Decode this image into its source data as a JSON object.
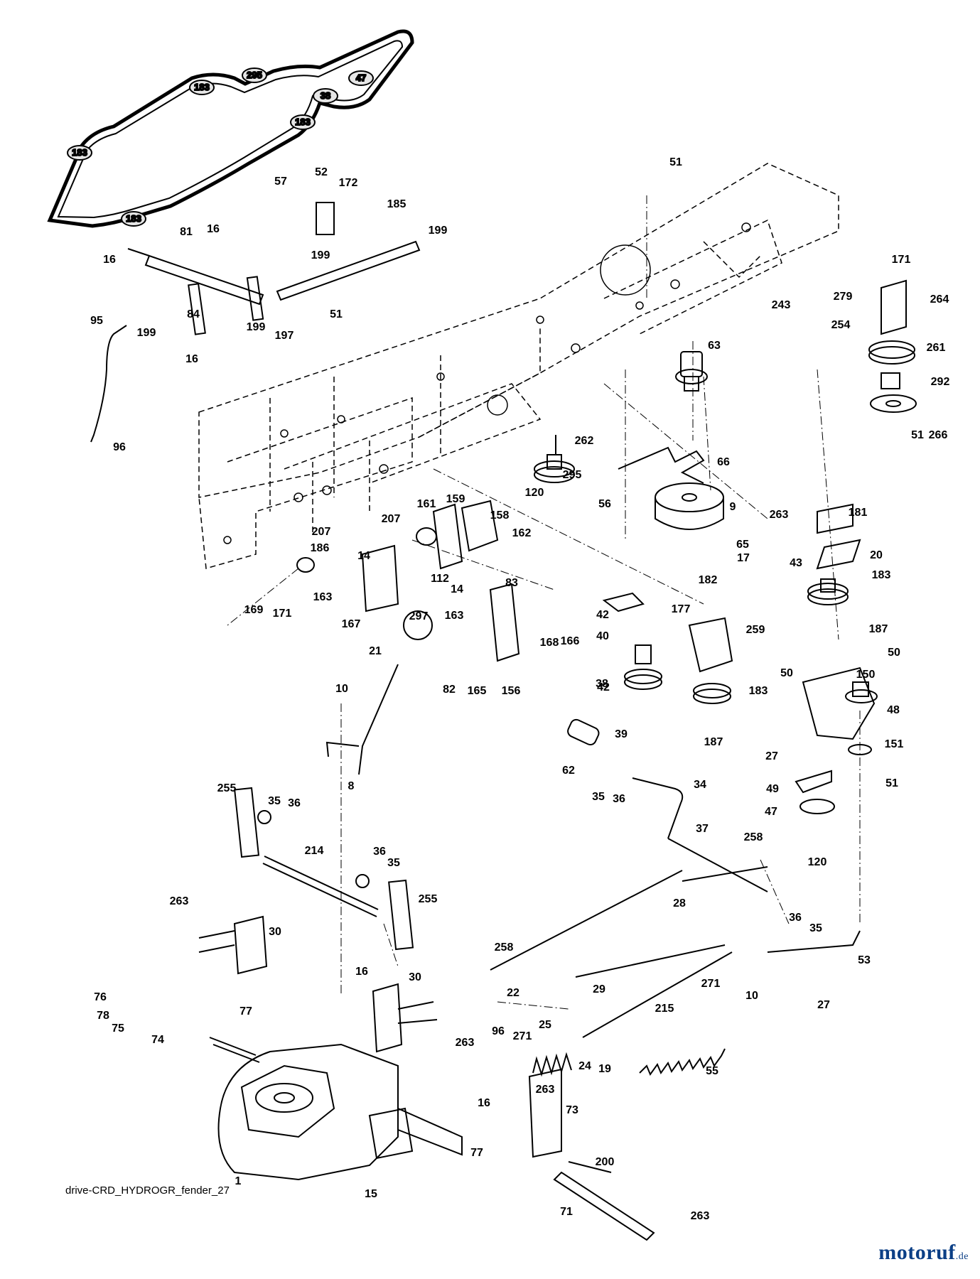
{
  "footer": {
    "diagram_id": "drive-CRD_HYDROGR_fender_27",
    "brand": "motoruf",
    "brand_tld": ".de"
  },
  "belt_pulleys": [
    "183",
    "295",
    "47",
    "38",
    "183",
    "183",
    "183"
  ],
  "callouts": [
    "57",
    "52",
    "172",
    "185",
    "199",
    "81",
    "16",
    "16",
    "199",
    "51",
    "95",
    "199",
    "84",
    "199",
    "197",
    "16",
    "96",
    "51",
    "171",
    "279",
    "264",
    "243",
    "254",
    "261",
    "292",
    "266",
    "51",
    "63",
    "262",
    "66",
    "295",
    "120",
    "56",
    "9",
    "263",
    "181",
    "65",
    "17",
    "20",
    "182",
    "43",
    "183",
    "187",
    "161",
    "159",
    "158",
    "207",
    "162",
    "207",
    "186",
    "14",
    "112",
    "14",
    "83",
    "169",
    "171",
    "163",
    "167",
    "297",
    "163",
    "177",
    "259",
    "42",
    "40",
    "38",
    "42",
    "39",
    "183",
    "187",
    "168",
    "166",
    "21",
    "82",
    "165",
    "156",
    "10",
    "8",
    "50",
    "50",
    "150",
    "48",
    "27",
    "151",
    "49",
    "51",
    "47",
    "120",
    "62",
    "35",
    "36",
    "34",
    "37",
    "258",
    "255",
    "35",
    "36",
    "214",
    "36",
    "35",
    "255",
    "36",
    "35",
    "28",
    "263",
    "30",
    "258",
    "22",
    "29",
    "271",
    "10",
    "53",
    "27",
    "215",
    "16",
    "30",
    "263",
    "76",
    "78",
    "75",
    "74",
    "77",
    "96",
    "271",
    "25",
    "24",
    "19",
    "55",
    "263",
    "73",
    "16",
    "77",
    "200",
    "1",
    "15",
    "71",
    "263"
  ]
}
